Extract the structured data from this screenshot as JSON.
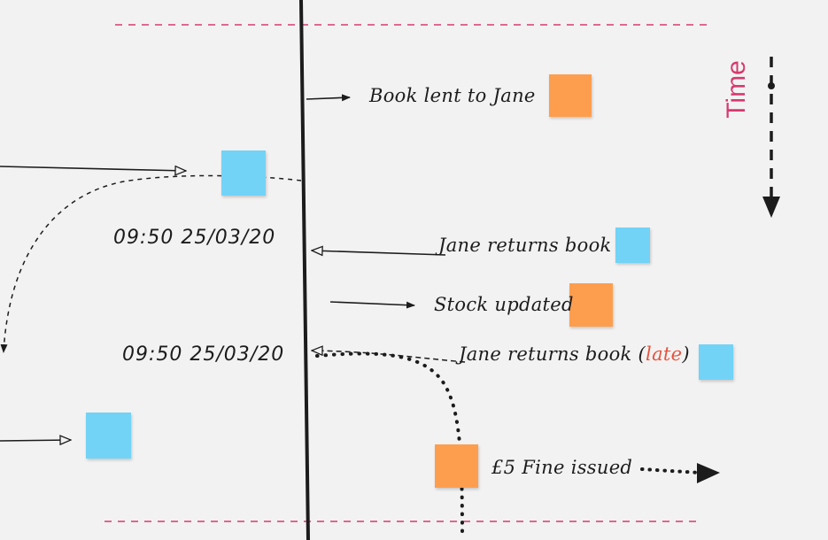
{
  "time_label": "Time",
  "events": {
    "book_lent": "Book lent to Jane",
    "jane_returns_1": "Jane returns book",
    "stock_updated": "Stock updated",
    "jane_returns_2_prefix": "Jane returns book (",
    "jane_returns_2_late": "late",
    "jane_returns_2_suffix": ")",
    "fine_issued": "£5 Fine issued"
  },
  "timestamps": {
    "first": "09:50 25/03/20",
    "second": "09:50 25/03/20"
  },
  "colors": {
    "orange_sticky": "#fd9e4f",
    "blue_sticky": "#72d3f6",
    "boundary_dash": "#d63a6e",
    "late_text": "#e5533d"
  }
}
